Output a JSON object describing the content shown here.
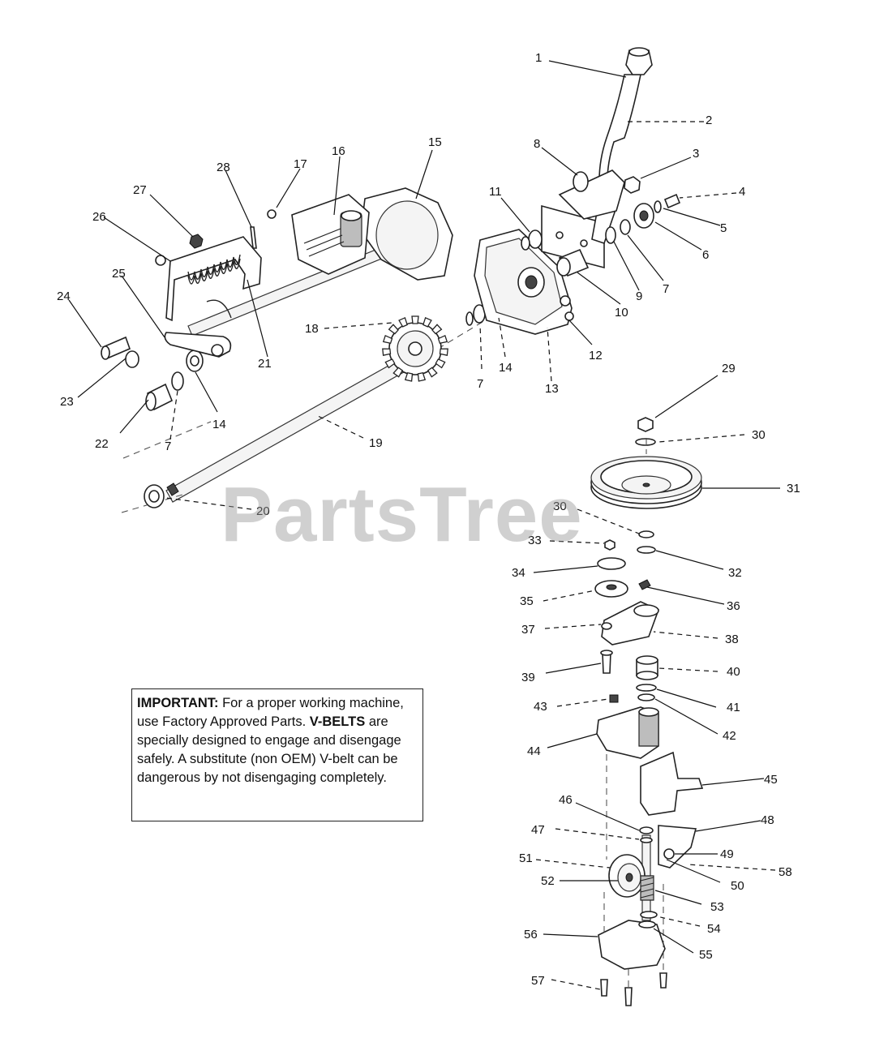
{
  "watermark": "PartsTree",
  "note": {
    "important_label": "IMPORTANT:",
    "important_text": " For a proper working machine, use Factory Approved Parts.",
    "vbelts_label": "V-BELTS",
    "vbelts_text": " are specially designed to engage and disengage safely. A substitute (non OEM) V-belt can be dangerous by not disengaging completely."
  },
  "callouts": [
    "1",
    "2",
    "3",
    "4",
    "5",
    "6",
    "7",
    "8",
    "9",
    "10",
    "11",
    "12",
    "13",
    "14",
    "15",
    "16",
    "17",
    "18",
    "19",
    "20",
    "21",
    "22",
    "23",
    "24",
    "25",
    "26",
    "27",
    "28",
    "29",
    "30",
    "31",
    "32",
    "33",
    "34",
    "35",
    "36",
    "37",
    "38",
    "39",
    "40",
    "41",
    "42",
    "43",
    "44",
    "45",
    "46",
    "47",
    "48",
    "49",
    "50",
    "51",
    "52",
    "53",
    "54",
    "55",
    "56",
    "57",
    "58"
  ]
}
